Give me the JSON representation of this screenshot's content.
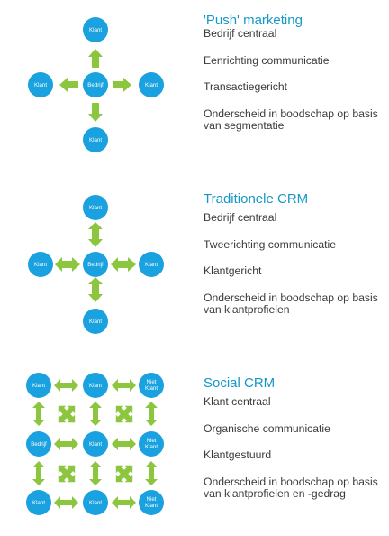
{
  "colors": {
    "node": "#1aa1df",
    "arrow": "#8cc63f",
    "title": "#1597c7",
    "text": "#3a3a3a"
  },
  "sections": [
    {
      "title": "'Push' marketing",
      "items": [
        "Bedrijf centraal",
        "Eenrichting communicatie",
        "Transactiegericht",
        "Onderscheid in boodschap op basis van segmentatie"
      ],
      "nodes": {
        "top": "Klant",
        "left": "Klant",
        "center": "Bedrijf",
        "right": "Klant",
        "bottom": "Klant"
      }
    },
    {
      "title": "Traditionele CRM",
      "items": [
        "Bedrijf centraal",
        "Tweerichting communicatie",
        "Klantgericht",
        "Onderscheid in boodschap op basis van klantprofielen"
      ],
      "nodes": {
        "top": "Klant",
        "left": "Klant",
        "center": "Bedrijf",
        "right": "Klant",
        "bottom": "Klant"
      }
    },
    {
      "title": "Social CRM",
      "items": [
        "Klant centraal",
        "Organische communicatie",
        "Klantgestuurd",
        "Onderscheid in boodschap op basis van klantprofielen en -gedrag"
      ],
      "grid": [
        [
          "Klant",
          "Klant",
          "Niet Klant"
        ],
        [
          "Bedrijf",
          "Klant",
          "Niet Klant"
        ],
        [
          "Klant",
          "Klant",
          "Niet Klant"
        ]
      ]
    }
  ]
}
